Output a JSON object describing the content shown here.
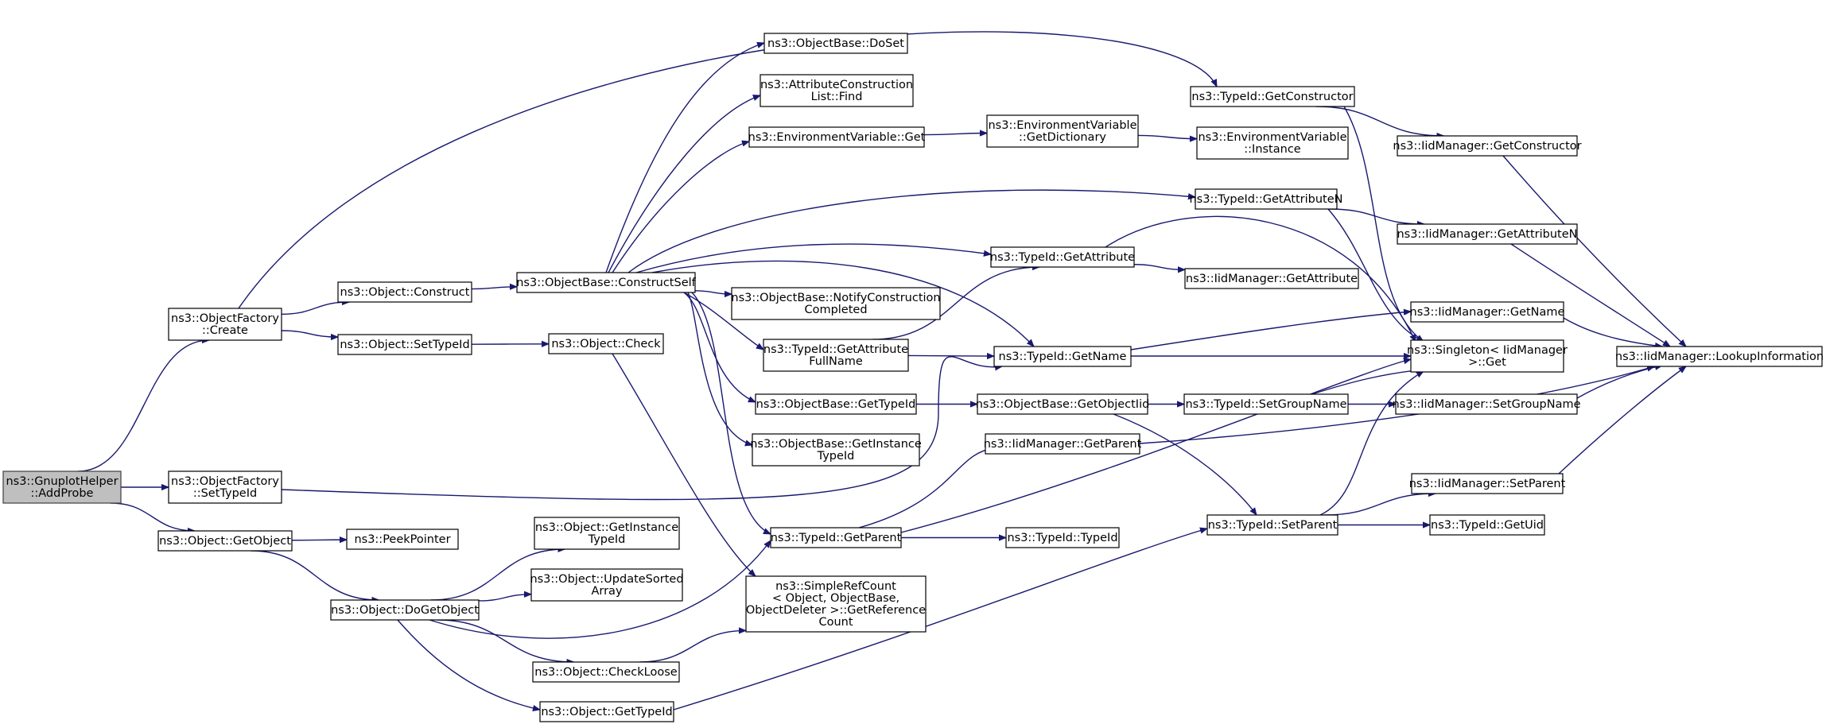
{
  "diagram": {
    "nodes": [
      {
        "id": "n_addprobe",
        "name": "node-gnuplot-helper-add-probe",
        "lines": [
          "ns3::GnuplotHelper",
          "::AddProbe"
        ],
        "root": true
      },
      {
        "id": "n_factory_create",
        "name": "node-object-factory-create",
        "lines": [
          "ns3::ObjectFactory",
          "::Create"
        ]
      },
      {
        "id": "n_factory_settypeid",
        "name": "node-object-factory-set-type-id",
        "lines": [
          "ns3::ObjectFactory",
          "::SetTypeId"
        ]
      },
      {
        "id": "n_obj_getobject",
        "name": "node-object-get-object",
        "lines": [
          "ns3::Object::GetObject"
        ]
      },
      {
        "id": "n_obj_construct",
        "name": "node-object-construct",
        "lines": [
          "ns3::Object::Construct"
        ]
      },
      {
        "id": "n_obj_settypeid",
        "name": "node-object-set-type-id",
        "lines": [
          "ns3::Object::SetTypeId"
        ]
      },
      {
        "id": "n_peekpointer",
        "name": "node-peek-pointer",
        "lines": [
          "ns3::PeekPointer"
        ]
      },
      {
        "id": "n_obj_dogetobject",
        "name": "node-object-do-get-object",
        "lines": [
          "ns3::Object::DoGetObject"
        ]
      },
      {
        "id": "n_ob_constructself",
        "name": "node-object-base-construct-self",
        "lines": [
          "ns3::ObjectBase::ConstructSelf"
        ]
      },
      {
        "id": "n_obj_check",
        "name": "node-object-check",
        "lines": [
          "ns3::Object::Check"
        ]
      },
      {
        "id": "n_obj_getinstancetypeid",
        "name": "node-object-get-instance-type-id",
        "lines": [
          "ns3::Object::GetInstance",
          "TypeId"
        ]
      },
      {
        "id": "n_obj_updatesorted",
        "name": "node-object-update-sorted-array",
        "lines": [
          "ns3::Object::UpdateSorted",
          "Array"
        ]
      },
      {
        "id": "n_obj_checkloose",
        "name": "node-object-check-loose",
        "lines": [
          "ns3::Object::CheckLoose"
        ]
      },
      {
        "id": "n_obj_gettypeid",
        "name": "node-object-get-type-id",
        "lines": [
          "ns3::Object::GetTypeId"
        ]
      },
      {
        "id": "n_ob_doset",
        "name": "node-object-base-do-set",
        "lines": [
          "ns3::ObjectBase::DoSet"
        ]
      },
      {
        "id": "n_acl_find",
        "name": "node-attribute-construction-list-find",
        "lines": [
          "ns3::AttributeConstruction",
          "List::Find"
        ]
      },
      {
        "id": "n_env_get",
        "name": "node-environment-variable-get",
        "lines": [
          "ns3::EnvironmentVariable::Get"
        ]
      },
      {
        "id": "n_ob_notify",
        "name": "node-object-base-notify-construction-completed",
        "lines": [
          "ns3::ObjectBase::NotifyConstruction",
          "Completed"
        ]
      },
      {
        "id": "n_tid_getattrfullname",
        "name": "node-type-id-get-attribute-full-name",
        "lines": [
          "ns3::TypeId::GetAttribute",
          "FullName"
        ]
      },
      {
        "id": "n_ob_gettypeid",
        "name": "node-object-base-get-type-id",
        "lines": [
          "ns3::ObjectBase::GetTypeId"
        ]
      },
      {
        "id": "n_ob_getinstancetypeid",
        "name": "node-object-base-get-instance-type-id",
        "lines": [
          "ns3::ObjectBase::GetInstance",
          "TypeId"
        ]
      },
      {
        "id": "n_tid_getparent",
        "name": "node-type-id-get-parent",
        "lines": [
          "ns3::TypeId::GetParent"
        ]
      },
      {
        "id": "n_src_getrefcount",
        "name": "node-simple-ref-count-get-reference-count",
        "lines": [
          "ns3::SimpleRefCount",
          "< Object, ObjectBase,",
          "ObjectDeleter >::GetReference",
          "Count"
        ]
      },
      {
        "id": "n_env_getdict",
        "name": "node-environment-variable-get-dictionary",
        "lines": [
          "ns3::EnvironmentVariable",
          "::GetDictionary"
        ]
      },
      {
        "id": "n_tid_getattribute",
        "name": "node-type-id-get-attribute",
        "lines": [
          "ns3::TypeId::GetAttribute"
        ]
      },
      {
        "id": "n_tid_getname",
        "name": "node-type-id-get-name",
        "lines": [
          "ns3::TypeId::GetName"
        ]
      },
      {
        "id": "n_ob_getobjectiid",
        "name": "node-object-base-get-object-iid",
        "lines": [
          "ns3::ObjectBase::GetObjectIid"
        ]
      },
      {
        "id": "n_iid_getparent",
        "name": "node-iid-manager-get-parent",
        "lines": [
          "ns3::IidManager::GetParent"
        ]
      },
      {
        "id": "n_tid_typeid",
        "name": "node-type-id-type-id",
        "lines": [
          "ns3::TypeId::TypeId"
        ]
      },
      {
        "id": "n_tid_getconstructor",
        "name": "node-type-id-get-constructor",
        "lines": [
          "ns3::TypeId::GetConstructor"
        ]
      },
      {
        "id": "n_env_instance",
        "name": "node-environment-variable-instance",
        "lines": [
          "ns3::EnvironmentVariable",
          "::Instance"
        ]
      },
      {
        "id": "n_tid_getattributen",
        "name": "node-type-id-get-attribute-n",
        "lines": [
          "ns3::TypeId::GetAttributeN"
        ]
      },
      {
        "id": "n_iid_getattribute",
        "name": "node-iid-manager-get-attribute",
        "lines": [
          "ns3::IidManager::GetAttribute"
        ]
      },
      {
        "id": "n_tid_setgroupname",
        "name": "node-type-id-set-group-name",
        "lines": [
          "ns3::TypeId::SetGroupName"
        ]
      },
      {
        "id": "n_tid_setparent",
        "name": "node-type-id-set-parent",
        "lines": [
          "ns3::TypeId::SetParent"
        ]
      },
      {
        "id": "n_iid_getconstructor",
        "name": "node-iid-manager-get-constructor",
        "lines": [
          "ns3::IidManager::GetConstructor"
        ]
      },
      {
        "id": "n_iid_getattributen",
        "name": "node-iid-manager-get-attribute-n",
        "lines": [
          "ns3::IidManager::GetAttributeN"
        ]
      },
      {
        "id": "n_iid_getname",
        "name": "node-iid-manager-get-name",
        "lines": [
          "ns3::IidManager::GetName"
        ]
      },
      {
        "id": "n_singleton_get",
        "name": "node-singleton-iid-manager-get",
        "lines": [
          "ns3::Singleton< IidManager",
          ">::Get"
        ]
      },
      {
        "id": "n_iid_setgroupname",
        "name": "node-iid-manager-set-group-name",
        "lines": [
          "ns3::IidManager::SetGroupName"
        ]
      },
      {
        "id": "n_iid_setparent",
        "name": "node-iid-manager-set-parent",
        "lines": [
          "ns3::IidManager::SetParent"
        ]
      },
      {
        "id": "n_tid_getuid",
        "name": "node-type-id-get-uid",
        "lines": [
          "ns3::TypeId::GetUid"
        ]
      },
      {
        "id": "n_iid_lookup",
        "name": "node-iid-manager-lookup-information",
        "lines": [
          "ns3::IidManager::LookupInformation"
        ]
      }
    ],
    "edges": [
      [
        "n_addprobe",
        "n_factory_create"
      ],
      [
        "n_addprobe",
        "n_factory_settypeid"
      ],
      [
        "n_addprobe",
        "n_obj_getobject"
      ],
      [
        "n_factory_create",
        "n_obj_construct"
      ],
      [
        "n_factory_create",
        "n_obj_settypeid"
      ],
      [
        "n_factory_create",
        "n_tid_getconstructor"
      ],
      [
        "n_factory_settypeid",
        "n_tid_getname"
      ],
      [
        "n_obj_getobject",
        "n_peekpointer"
      ],
      [
        "n_obj_getobject",
        "n_obj_dogetobject"
      ],
      [
        "n_obj_construct",
        "n_ob_constructself"
      ],
      [
        "n_obj_settypeid",
        "n_obj_check"
      ],
      [
        "n_obj_check",
        "n_src_getrefcount"
      ],
      [
        "n_obj_dogetobject",
        "n_obj_getinstancetypeid"
      ],
      [
        "n_obj_dogetobject",
        "n_obj_updatesorted"
      ],
      [
        "n_obj_dogetobject",
        "n_tid_getparent"
      ],
      [
        "n_obj_dogetobject",
        "n_obj_checkloose"
      ],
      [
        "n_obj_dogetobject",
        "n_obj_gettypeid"
      ],
      [
        "n_obj_checkloose",
        "n_src_getrefcount"
      ],
      [
        "n_obj_gettypeid",
        "n_tid_setparent"
      ],
      [
        "n_ob_constructself",
        "n_ob_doset"
      ],
      [
        "n_ob_constructself",
        "n_acl_find"
      ],
      [
        "n_ob_constructself",
        "n_env_get"
      ],
      [
        "n_ob_constructself",
        "n_tid_getattributen"
      ],
      [
        "n_ob_constructself",
        "n_tid_getattribute"
      ],
      [
        "n_ob_constructself",
        "n_tid_getname"
      ],
      [
        "n_ob_constructself",
        "n_ob_notify"
      ],
      [
        "n_ob_constructself",
        "n_tid_getattrfullname"
      ],
      [
        "n_ob_constructself",
        "n_ob_gettypeid"
      ],
      [
        "n_ob_constructself",
        "n_ob_getinstancetypeid"
      ],
      [
        "n_ob_constructself",
        "n_tid_getparent"
      ],
      [
        "n_env_get",
        "n_env_getdict"
      ],
      [
        "n_env_getdict",
        "n_env_instance"
      ],
      [
        "n_tid_getattrfullname",
        "n_tid_getattribute"
      ],
      [
        "n_tid_getattrfullname",
        "n_tid_getname"
      ],
      [
        "n_ob_gettypeid",
        "n_ob_getobjectiid"
      ],
      [
        "n_tid_getparent",
        "n_iid_getparent"
      ],
      [
        "n_tid_getparent",
        "n_tid_typeid"
      ],
      [
        "n_tid_getparent",
        "n_singleton_get"
      ],
      [
        "n_tid_getattribute",
        "n_iid_getattribute"
      ],
      [
        "n_tid_getattribute",
        "n_singleton_get"
      ],
      [
        "n_tid_getname",
        "n_iid_getname"
      ],
      [
        "n_tid_getname",
        "n_singleton_get"
      ],
      [
        "n_ob_getobjectiid",
        "n_tid_setgroupname"
      ],
      [
        "n_ob_getobjectiid",
        "n_tid_setparent"
      ],
      [
        "n_iid_getparent",
        "n_iid_lookup"
      ],
      [
        "n_tid_getconstructor",
        "n_iid_getconstructor"
      ],
      [
        "n_tid_getconstructor",
        "n_singleton_get"
      ],
      [
        "n_tid_getattributen",
        "n_iid_getattributen"
      ],
      [
        "n_tid_getattributen",
        "n_singleton_get"
      ],
      [
        "n_tid_setgroupname",
        "n_iid_setgroupname"
      ],
      [
        "n_tid_setgroupname",
        "n_singleton_get"
      ],
      [
        "n_tid_setparent",
        "n_iid_setparent"
      ],
      [
        "n_tid_setparent",
        "n_tid_getuid"
      ],
      [
        "n_tid_setparent",
        "n_singleton_get"
      ],
      [
        "n_iid_getconstructor",
        "n_iid_lookup"
      ],
      [
        "n_iid_getattributen",
        "n_iid_lookup"
      ],
      [
        "n_iid_getname",
        "n_iid_lookup"
      ],
      [
        "n_iid_setgroupname",
        "n_iid_lookup"
      ],
      [
        "n_iid_setparent",
        "n_iid_lookup"
      ]
    ],
    "colors": {
      "edge": "#191970",
      "node_fill": "#ffffff",
      "node_stroke": "#000000",
      "root_fill": "#bfbfbf",
      "root_stroke": "#404040"
    }
  }
}
